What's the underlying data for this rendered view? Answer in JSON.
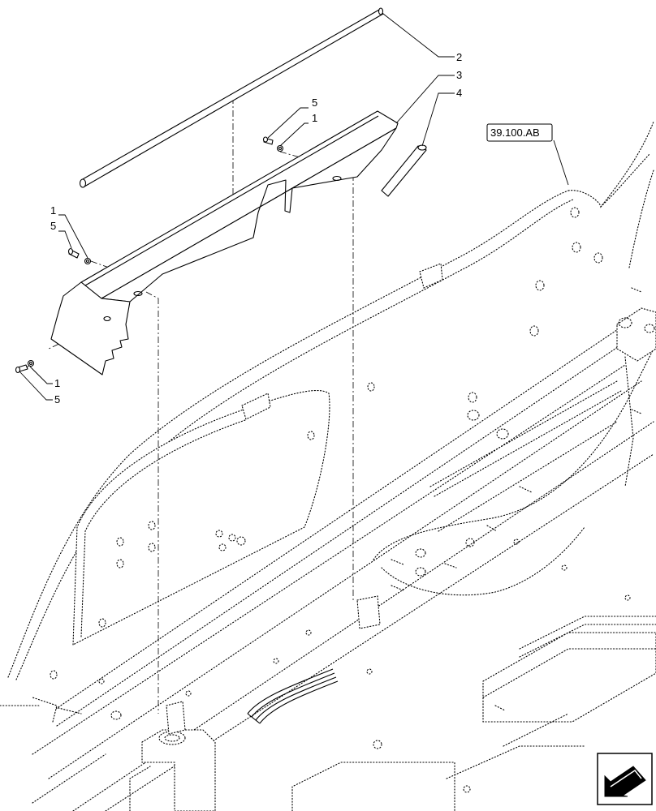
{
  "callouts": [
    "1",
    "2",
    "3",
    "4",
    "5"
  ],
  "reference": "39.100.AB",
  "nav_icon": "arrow-navigation-icon"
}
